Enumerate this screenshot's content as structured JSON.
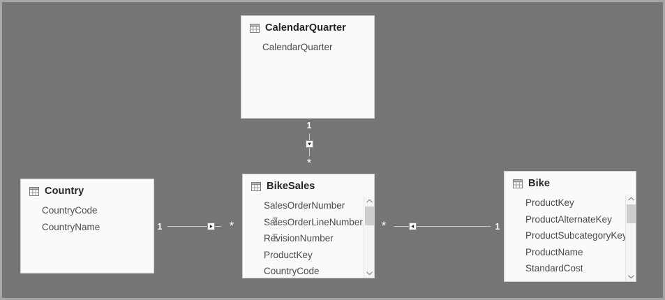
{
  "canvas": {
    "background_color": "#757575",
    "border_color": "#a6a6a6"
  },
  "tables": [
    {
      "id": "calendarquarter",
      "name": "CalendarQuarter",
      "icon": "table-icon",
      "has_scrollbar": false,
      "fields": [
        {
          "label": "CalendarQuarter",
          "aggregate": false
        }
      ]
    },
    {
      "id": "country",
      "name": "Country",
      "icon": "table-icon",
      "has_scrollbar": false,
      "fields": [
        {
          "label": "CountryCode",
          "aggregate": false
        },
        {
          "label": "CountryName",
          "aggregate": false
        }
      ]
    },
    {
      "id": "bikesales",
      "name": "BikeSales",
      "icon": "table-icon",
      "has_scrollbar": true,
      "fields": [
        {
          "label": "SalesOrderNumber",
          "aggregate": false
        },
        {
          "label": "SalesOrderLineNumber",
          "aggregate": true,
          "sigma": "Σ"
        },
        {
          "label": "RevisionNumber",
          "aggregate": true,
          "sigma": "Σ"
        },
        {
          "label": "ProductKey",
          "aggregate": false
        },
        {
          "label": "CountryCode",
          "aggregate": false
        }
      ]
    },
    {
      "id": "bike",
      "name": "Bike",
      "icon": "table-icon",
      "has_scrollbar": true,
      "fields": [
        {
          "label": "ProductKey",
          "aggregate": false
        },
        {
          "label": "ProductAlternateKey",
          "aggregate": false
        },
        {
          "label": "ProductSubcategoryKey",
          "aggregate": false
        },
        {
          "label": "ProductName",
          "aggregate": false
        },
        {
          "label": "StandardCost",
          "aggregate": false
        }
      ]
    }
  ],
  "relationships": [
    {
      "id": "calendarquarter-bikesales",
      "from_table": "CalendarQuarter",
      "to_table": "BikeSales",
      "orientation": "vertical",
      "from_cardinality": "1",
      "to_cardinality": "*",
      "cross_filter_direction": "down"
    },
    {
      "id": "country-bikesales",
      "from_table": "Country",
      "to_table": "BikeSales",
      "orientation": "horizontal",
      "from_cardinality": "1",
      "to_cardinality": "*",
      "cross_filter_direction": "right"
    },
    {
      "id": "bikesales-bike",
      "from_table": "BikeSales",
      "to_table": "Bike",
      "orientation": "horizontal",
      "from_cardinality": "*",
      "to_cardinality": "1",
      "cross_filter_direction": "left"
    }
  ],
  "scrollbars": {
    "up_chevron": "chevron-up-icon",
    "down_chevron": "chevron-down-icon"
  }
}
